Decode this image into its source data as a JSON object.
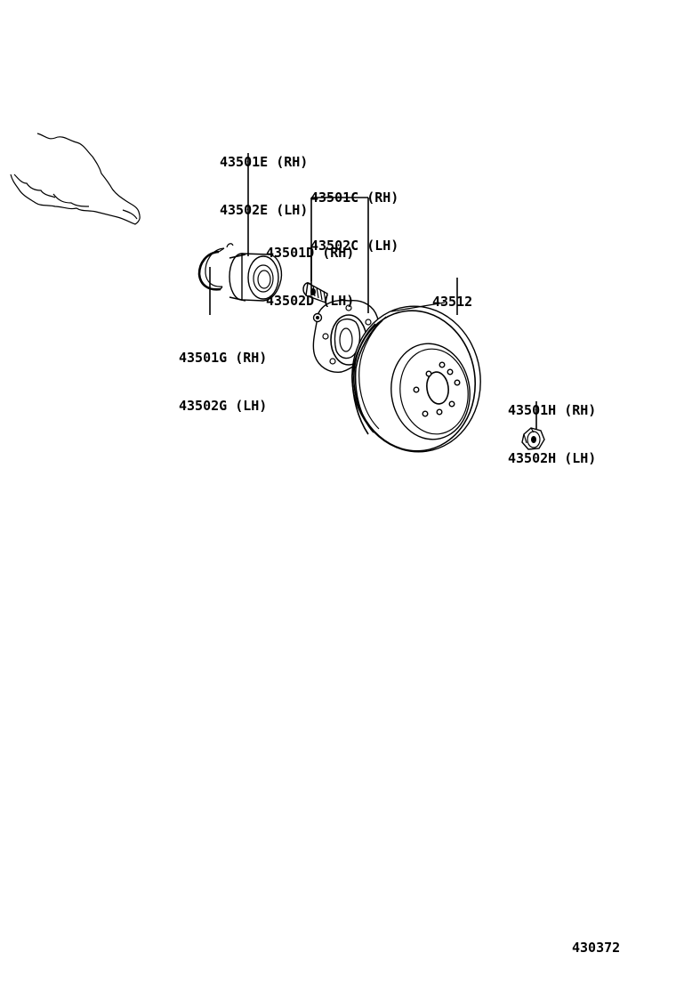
{
  "callouts": {
    "bearing": {
      "rh": "43501E (RH)",
      "lh": "43502E (LH)"
    },
    "hub": {
      "rh": "43501C (RH)",
      "lh": "43502C (LH)"
    },
    "hub_bolt": {
      "rh": "43501D (RH)",
      "lh": "43502D (LH)"
    },
    "snap_ring": {
      "rh": "43501G (RH)",
      "lh": "43502G (LH)"
    },
    "disc": {
      "part": "43512"
    },
    "lock_nut": {
      "rh": "43501H (RH)",
      "lh": "43502H (LH)"
    }
  },
  "diagram_id": "430372"
}
